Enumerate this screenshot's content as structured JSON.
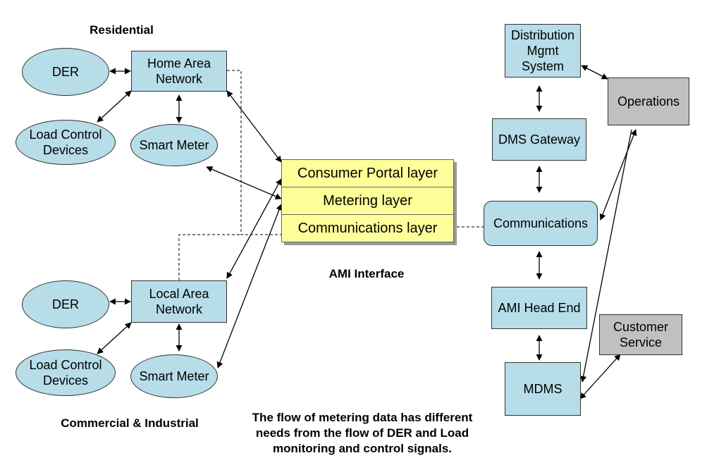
{
  "diagram": {
    "group_labels": {
      "residential": "Residential",
      "commercial": "Commercial & Industrial",
      "ami_interface": "AMI Interface"
    },
    "caption": "The flow of metering data has different\nneeds from the flow of DER and Load\nmonitoring and control signals.",
    "residential": {
      "der": "DER",
      "home_area_network": "Home Area\nNetwork",
      "load_control": "Load Control\nDevices",
      "smart_meter": "Smart Meter"
    },
    "commercial": {
      "der": "DER",
      "local_area_network": "Local Area\nNetwork",
      "load_control": "Load Control\nDevices",
      "smart_meter": "Smart Meter"
    },
    "layers": {
      "consumer_portal": "Consumer Portal layer",
      "metering": "Metering layer",
      "communications": "Communications layer"
    },
    "utility": {
      "dms": "Distribution\nMgmt\nSystem",
      "dms_gateway": "DMS Gateway",
      "communications": "Communications",
      "ami_head_end": "AMI Head End",
      "mdms": "MDMS",
      "operations": "Operations",
      "customer_service": "Customer\nService"
    },
    "colors": {
      "node_fill": "#b7dde8",
      "layer_fill": "#ffff99",
      "gray_fill": "#c0c0c0",
      "line": "#000000"
    }
  }
}
